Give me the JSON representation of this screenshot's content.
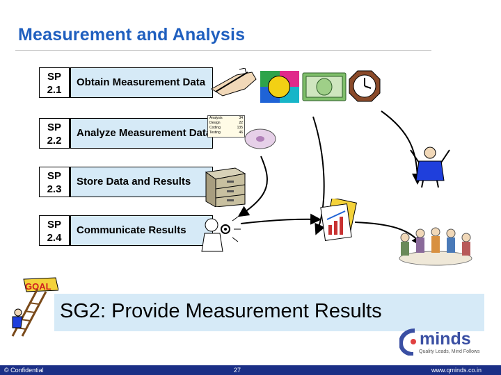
{
  "slide": {
    "title": "Measurement and Analysis",
    "practices": [
      {
        "code_line1": "SP",
        "code_line2": "2.1",
        "label": "Obtain Measurement Data"
      },
      {
        "code_line1": "SP",
        "code_line2": "2.2",
        "label": "Analyze Measurement Data"
      },
      {
        "code_line1": "SP",
        "code_line2": "2.3",
        "label": "Store Data and Results"
      },
      {
        "code_line1": "SP",
        "code_line2": "2.4",
        "label": "Communicate Results"
      }
    ],
    "goal_badge": "GOAL",
    "goal": "SG2: Provide Measurement Results",
    "spreadsheet": {
      "rows": [
        {
          "label": "Analysis",
          "value": "34"
        },
        {
          "label": "Design",
          "value": "22"
        },
        {
          "label": "Coding",
          "value": "135"
        },
        {
          "label": "Testing",
          "value": "46"
        }
      ]
    }
  },
  "logo": {
    "text": "minds",
    "tagline": "Quality Leads, Mind Follows"
  },
  "footer": {
    "left": "© Confidential",
    "page": "27",
    "url": "www.qminds.co.in"
  },
  "colors": {
    "title": "#1f5fbf",
    "box_fill": "#d6eaf7",
    "footer_bg": "#1b2f86"
  }
}
